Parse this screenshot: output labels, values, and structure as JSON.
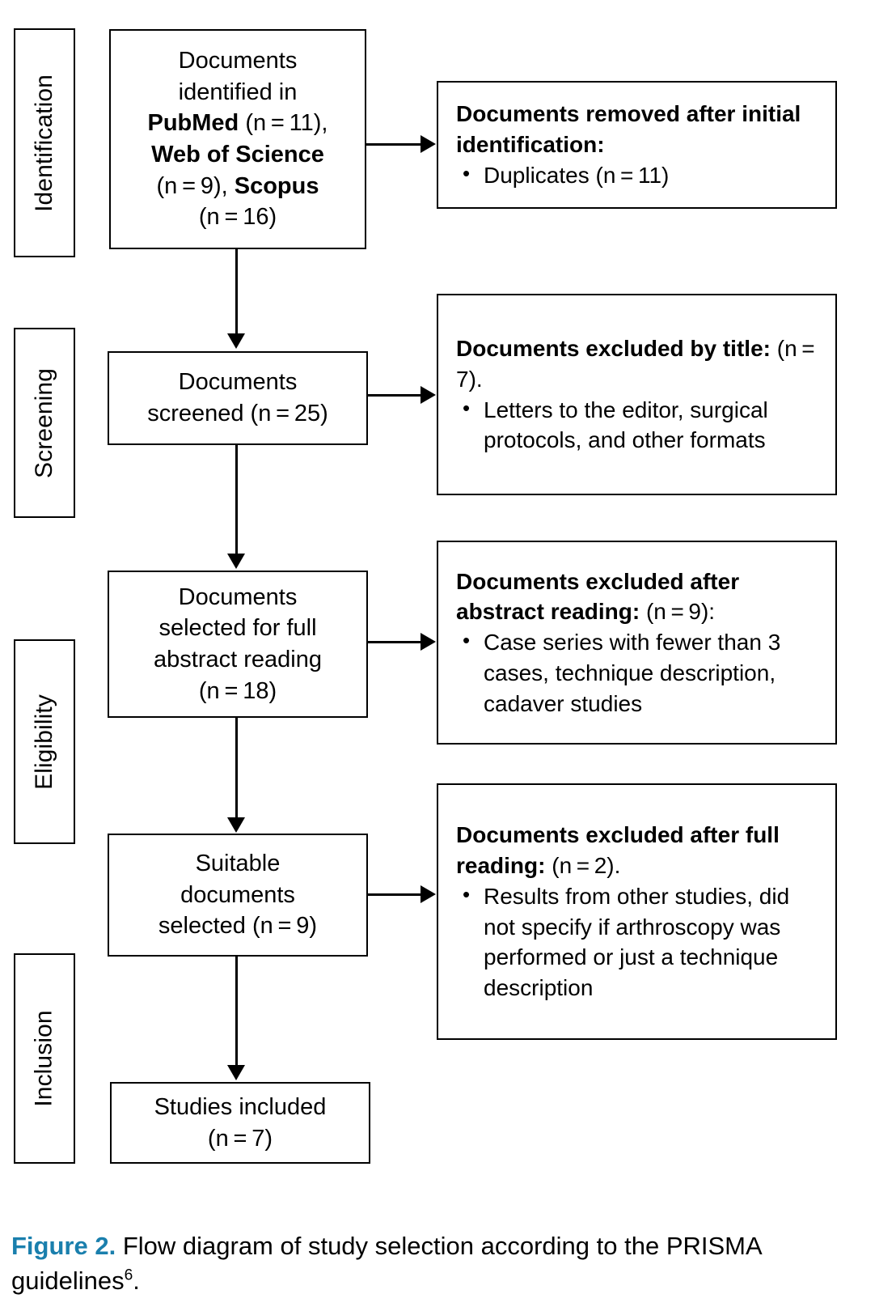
{
  "figure": {
    "label": "Figure 2.",
    "caption_text": " Flow diagram of study selection according to the PRISMA guidelines",
    "caption_superscript": "6",
    "caption_end": ".",
    "accent_color": "#1a7fad",
    "line_color": "#000000",
    "background_color": "#ffffff"
  },
  "stages": [
    {
      "id": "identification",
      "label": "Identification"
    },
    {
      "id": "screening",
      "label": "Screening"
    },
    {
      "id": "eligibility",
      "label": "Eligibility"
    },
    {
      "id": "inclusion",
      "label": "Inclusion"
    }
  ],
  "flow": {
    "identified": {
      "line1": "Documents",
      "line2": "identified in",
      "line3_bold": "PubMed",
      "line3_rest": " (n = 11),",
      "line4_bold": "Web of Science",
      "line5_rest": "(n = 9), ",
      "line5_bold": "Scopus",
      "line6": "(n = 16)",
      "counts": {
        "pubmed": 11,
        "web_of_science": 9,
        "scopus": 16
      }
    },
    "screened": {
      "line1": "Documents",
      "line2": "screened (n = 25)",
      "count": 25
    },
    "full_abstract": {
      "line1": "Documents",
      "line2": "selected for full",
      "line3": "abstract reading",
      "line4": "(n = 18)",
      "count": 18
    },
    "suitable": {
      "line1": "Suitable",
      "line2": "documents",
      "line3": "selected (n = 9)",
      "count": 9
    },
    "included": {
      "line1": "Studies included",
      "line2": "(n = 7)",
      "count": 7
    }
  },
  "exclusions": [
    {
      "id": "removed-initial",
      "heading_bold": "Documents removed after initial identification:",
      "heading_tail": "",
      "items": [
        "Duplicates (n = 11)"
      ],
      "count": 11
    },
    {
      "id": "excluded-title",
      "heading_bold": "Documents excluded by title:",
      "heading_tail": " (n = 7).",
      "items": [
        "Letters to the editor, surgical protocols, and other formats"
      ],
      "count": 7
    },
    {
      "id": "excluded-abstract",
      "heading_bold": "Documents excluded after abstract reading:",
      "heading_tail": " (n = 9):",
      "items": [
        "Case series with fewer than 3 cases, technique description, cadaver studies"
      ],
      "count": 9
    },
    {
      "id": "excluded-full",
      "heading_bold": "Documents excluded after full reading:",
      "heading_tail": " (n = 2).",
      "items": [
        "Results from other studies, did not specify if arthroscopy was performed or just a technique description"
      ],
      "count": 2
    }
  ]
}
